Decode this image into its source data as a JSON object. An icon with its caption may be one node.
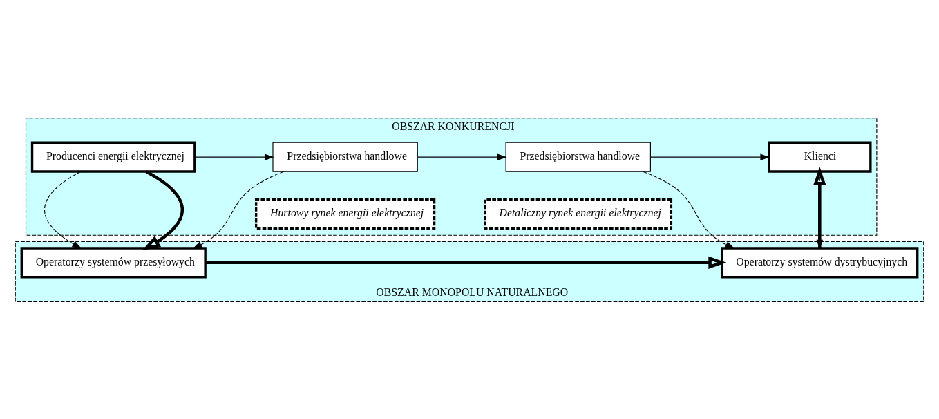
{
  "diagram": {
    "nodes": [
      {
        "text": [
          "OBSZAR KONKURENCJI"
        ]
      },
      {
        "text": [
          "Producenci energii elektrycznej"
        ],
        "in": 0
      },
      {
        "text": [
          "Hurtowy rynek energii elektrycznej"
        ],
        "in": 0
      },
      {
        "text": [
          "Przedsiębiorstwa handlowe"
        ],
        "in": 0
      },
      {
        "text": [
          "Detaliczny rynek energii elektrycznej"
        ],
        "in": 0
      },
      {
        "text": [
          "Przedsiębiorstwa handlowe"
        ],
        "in": 0
      },
      {
        "text": [
          "Klienci"
        ],
        "in": 0
      },
      {
        "text": [
          "OBSZAR MONOPOLU NATURALNEGO"
        ]
      },
      {
        "text": [
          "Operatorzy systemów przesyłowych"
        ],
        "in": 7
      },
      {
        "text": [
          "Operatorzy systemów dystrybucyjnych"
        ],
        "in": 7
      }
    ],
    "edges": [
      {
        "from": 1,
        "to": 3,
        "arrow": "to"
      },
      {
        "from": 3,
        "to": 5,
        "arrow": "to"
      },
      {
        "from": 5,
        "to": 6,
        "arrow": "to"
      },
      {
        "from": 1,
        "to": 8,
        "arrow": "to",
        "style": "thick"
      },
      {
        "from": 1,
        "to": 8,
        "arrow": "to",
        "style": "dashed"
      },
      {
        "from": 3,
        "to": 8,
        "arrow": "to",
        "style": "dashed"
      },
      {
        "from": 5,
        "to": 9,
        "arrow": "to",
        "style": "dashed"
      },
      {
        "from": 8,
        "to": 9,
        "arrow": "to",
        "style": "thick"
      },
      {
        "from": 9,
        "to": 6,
        "arrow": "to",
        "style": "thick"
      },
      {
        "from": 6,
        "to": 9,
        "arrow": "to",
        "style": "dashed"
      }
    ]
  }
}
